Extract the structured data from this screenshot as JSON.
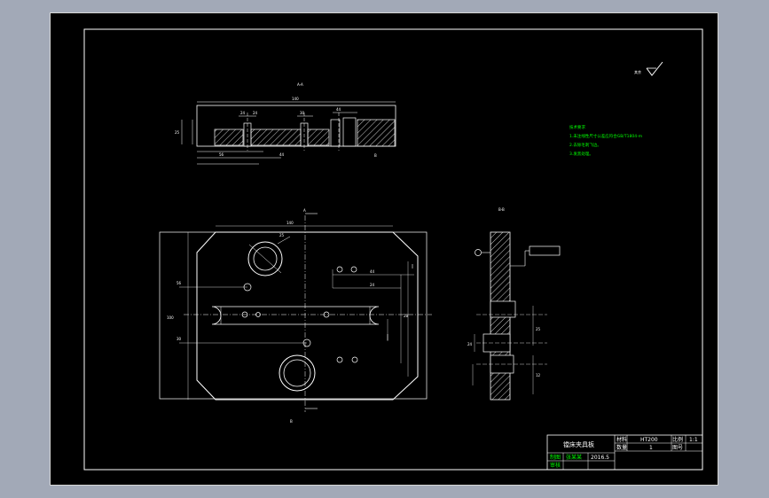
{
  "roughness": "其余",
  "section_labels": {
    "top": "A-A",
    "side": "B-B",
    "plan_top": "A",
    "plan_bottom": "B"
  },
  "notes": {
    "heading": "技术要求",
    "items": [
      "1.未注线性尺寸公差应符合GB/T1804-m",
      "2.去除毛刺飞边。",
      "3.发黑处理。"
    ]
  },
  "dims": {
    "top_overall": "140",
    "top_a": "30",
    "top_b": "24",
    "top_c": "44",
    "top_d": "56",
    "plan_width": "140",
    "plan_height": "100",
    "plan_offset": "28",
    "side_h": "25",
    "side_t": "12"
  },
  "title_block": {
    "name": "镗床夹具板",
    "material_label": "材料",
    "material_value": "HT200",
    "scale_label": "比例",
    "scale_value": "1:1",
    "count_label": "数量",
    "count_value": "1",
    "drawing_no_label": "图号",
    "designer_label": "制图",
    "checker_label": "审核",
    "designer_name": "张某某",
    "date": "2016.5"
  }
}
